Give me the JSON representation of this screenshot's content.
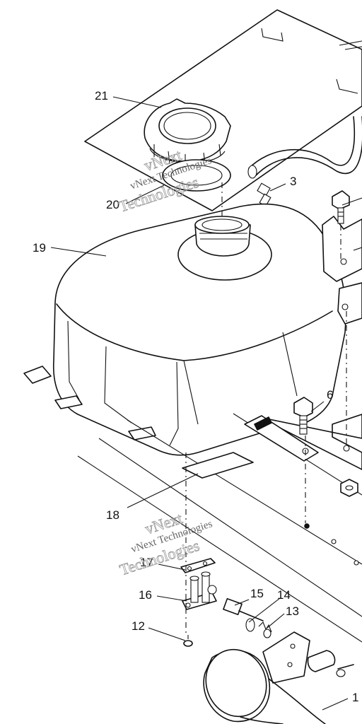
{
  "callouts": [
    {
      "id": "21",
      "label": "21"
    },
    {
      "id": "20",
      "label": "20"
    },
    {
      "id": "3",
      "label": "3"
    },
    {
      "id": "19",
      "label": "19"
    },
    {
      "id": "6",
      "label": "6"
    },
    {
      "id": "18",
      "label": "18"
    },
    {
      "id": "17",
      "label": "17"
    },
    {
      "id": "16",
      "label": "16"
    },
    {
      "id": "15",
      "label": "15"
    },
    {
      "id": "14",
      "label": "14"
    },
    {
      "id": "13",
      "label": "13"
    },
    {
      "id": "12",
      "label": "12"
    },
    {
      "id": "1",
      "label": "1"
    }
  ],
  "watermark": {
    "company": "vNext Technologies",
    "word1": "vNext",
    "word2": "Technologies"
  }
}
